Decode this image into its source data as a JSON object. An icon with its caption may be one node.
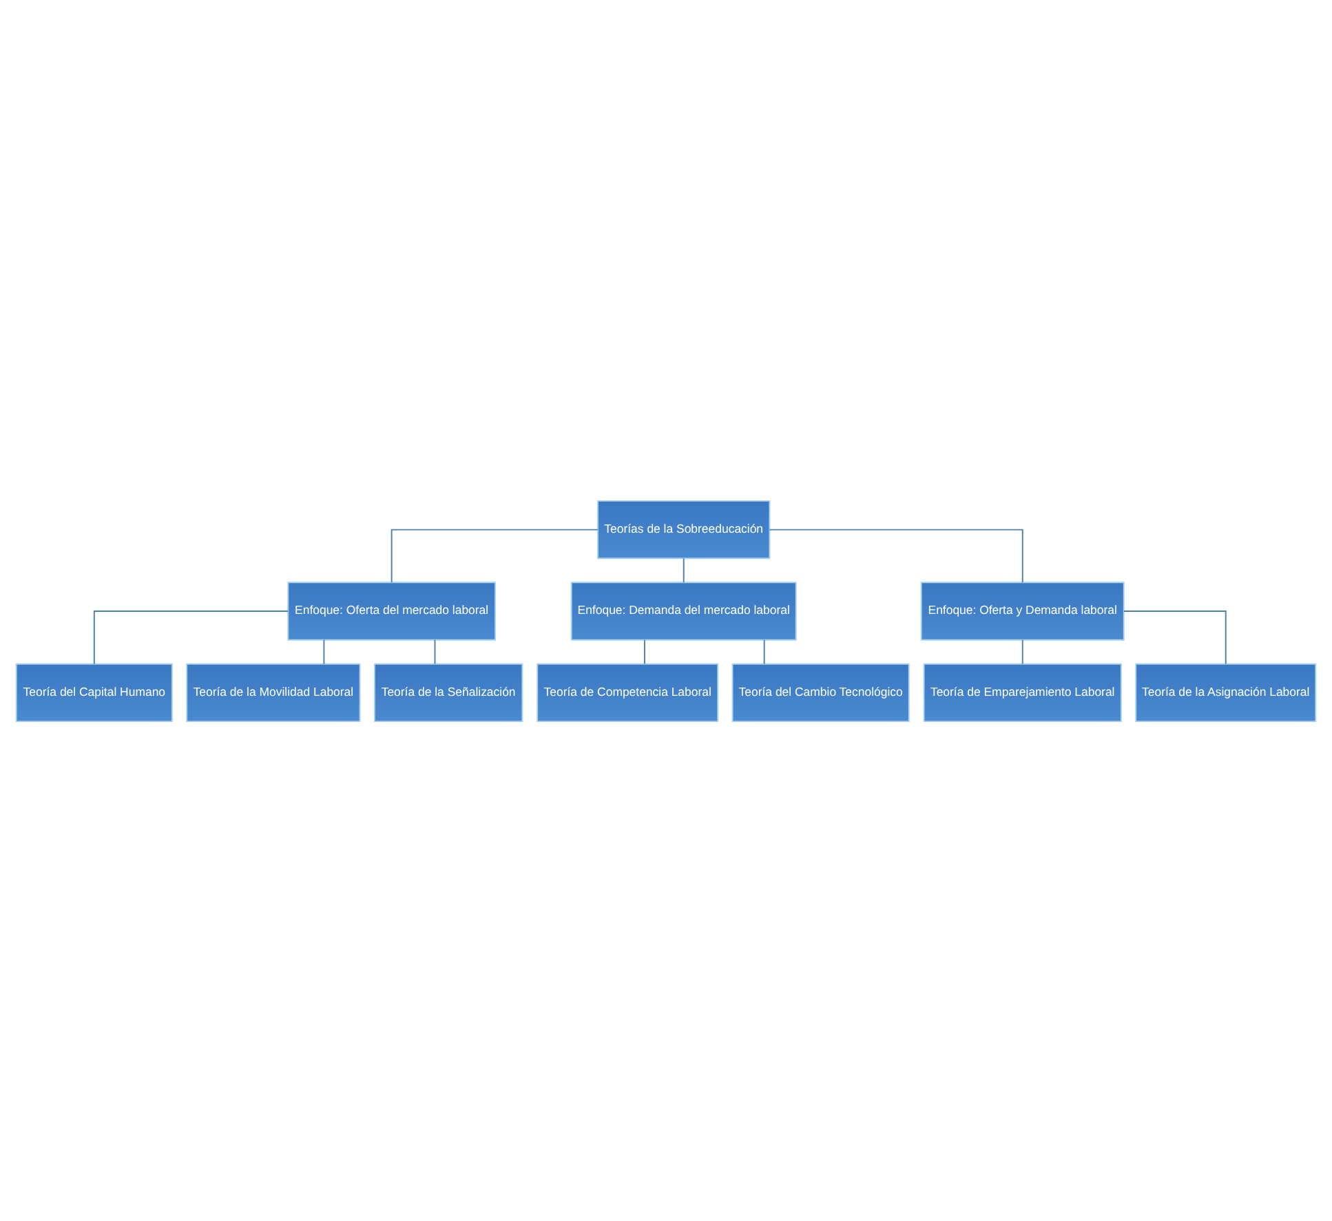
{
  "diagram": {
    "nodes": [
      {
        "text": [
          "Teorías de la Sobreeducación"
        ]
      },
      {
        "text": [
          "Enfoque: Oferta del mercado laboral"
        ]
      },
      {
        "text": [
          "Enfoque: Demanda del mercado laboral"
        ]
      },
      {
        "text": [
          "Enfoque: Oferta y Demanda laboral"
        ]
      },
      {
        "text": [
          "Teoría del Capital Humano"
        ]
      },
      {
        "text": [
          "Teoría de la Movilidad Laboral"
        ]
      },
      {
        "text": [
          "Teoría de la Señalización"
        ]
      },
      {
        "text": [
          "Teoría de Competencia Laboral"
        ]
      },
      {
        "text": [
          "Teoría del Cambio Tecnológico"
        ]
      },
      {
        "text": [
          "Teoría de Emparejamiento Laboral"
        ]
      },
      {
        "text": [
          "Teoría de la Asignación Laboral"
        ]
      }
    ],
    "edges": [
      {
        "from": 0,
        "to": 1,
        "arrow": "none"
      },
      {
        "from": 0,
        "to": 2,
        "arrow": "none"
      },
      {
        "from": 0,
        "to": 3,
        "arrow": "none"
      },
      {
        "from": 1,
        "to": 4,
        "arrow": "none"
      },
      {
        "from": 1,
        "to": 5,
        "arrow": "none"
      },
      {
        "from": 1,
        "to": 6,
        "arrow": "none"
      },
      {
        "from": 2,
        "to": 7,
        "arrow": "none"
      },
      {
        "from": 2,
        "to": 8,
        "arrow": "none"
      },
      {
        "from": 3,
        "to": 9,
        "arrow": "none"
      },
      {
        "from": 3,
        "to": 10,
        "arrow": "none"
      }
    ]
  }
}
